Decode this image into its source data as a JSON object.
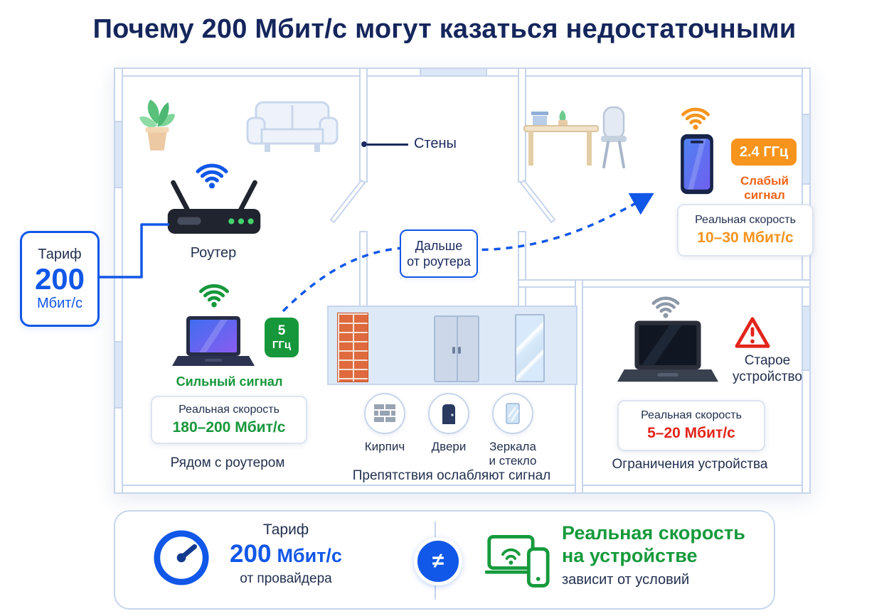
{
  "title": "Почему 200 Мбит/с могут казаться недостаточными",
  "tariff_badge": {
    "label": "Тариф",
    "value": "200",
    "unit": "Мбит/с"
  },
  "plan": {
    "walls_label": "Стены",
    "router_label": "Роутер",
    "farther_line1": "Дальше",
    "farther_line2": "от роутера"
  },
  "near_router": {
    "band_value": "5",
    "band_unit": "ГГц",
    "signal": "Сильный сигнал",
    "speed_label": "Реальная скорость",
    "speed_value": "180–200 Мбит/с",
    "caption": "Рядом с роутером"
  },
  "obstacles": {
    "items": [
      {
        "label": "Кирпич"
      },
      {
        "label": "Двери"
      },
      {
        "label_line1": "Зеркала",
        "label_line2": "и стекло"
      }
    ],
    "caption": "Препятствия ослабляют сигнал"
  },
  "far_room": {
    "band": "2.4 ГГц",
    "signal": "Слабый сигнал",
    "speed_label": "Реальная скорость",
    "speed_value": "10–30 Мбит/с"
  },
  "old_device": {
    "label_line1": "Старое",
    "label_line2": "устройство",
    "speed_label": "Реальная скорость",
    "speed_value": "5–20 Мбит/с",
    "caption": "Ограничения устройства"
  },
  "footer": {
    "tariff_label": "Тариф",
    "tariff_value": "200",
    "tariff_unit": "Мбит/с",
    "tariff_caption": "от провайдера",
    "neq_symbol": "≠",
    "real_line1": "Реальная скорость",
    "real_line2": "на устройстве",
    "real_caption": "зависит от условий"
  },
  "colors": {
    "blue": "#1157e8",
    "green": "#17973b",
    "orange": "#f7941d",
    "orange_text": "#ef6418",
    "red": "#e2241a",
    "navy": "#15265c"
  }
}
